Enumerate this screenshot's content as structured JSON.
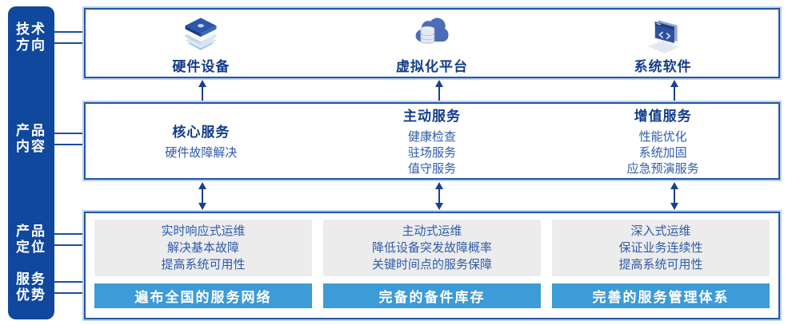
{
  "colors": {
    "sidebar_blue": "#0f489c",
    "panel_border_blue": "#2456a4",
    "panel_halo_blue": "#bdd0eb",
    "heading_blue": "#123c8d",
    "body_text_blue": "#2e5cab",
    "advantage_bar_blue": "#3d9bd7",
    "positioning_box_gray": "#ececec",
    "arrow_blue": "#1a3f8e"
  },
  "sidebar": {
    "items": [
      {
        "line1": "技术",
        "line2": "方向"
      },
      {
        "line1": "产品",
        "line2": "内容"
      },
      {
        "line1": "产品",
        "line2": "定位"
      },
      {
        "line1": "服务",
        "line2": "优势"
      }
    ]
  },
  "technology": {
    "items": [
      {
        "icon": "server-stack-icon",
        "label": "硬件设备"
      },
      {
        "icon": "cloud-database-icon",
        "label": "虚拟化平台"
      },
      {
        "icon": "code-window-icon",
        "label": "系统软件"
      }
    ]
  },
  "services": {
    "columns": [
      {
        "heading": "核心服务",
        "items": [
          "硬件故障解决"
        ]
      },
      {
        "heading": "主动服务",
        "items": [
          "健康检查",
          "驻场服务",
          "值守服务"
        ]
      },
      {
        "heading": "增值服务",
        "items": [
          "性能优化",
          "系统加固",
          "应急预演服务"
        ]
      }
    ]
  },
  "positioning_and_advantages": {
    "columns": [
      {
        "positioning": [
          "实时响应式运维",
          "解决基本故障",
          "提高系统可用性"
        ],
        "advantage": "遍布全国的服务网络"
      },
      {
        "positioning": [
          "主动式运维",
          "降低设备突发故障概率",
          "关键时间点的服务保障"
        ],
        "advantage": "完备的备件库存"
      },
      {
        "positioning": [
          "深入式运维",
          "保证业务连续性",
          "提高系统可用性"
        ],
        "advantage": "完善的服务管理体系"
      }
    ]
  }
}
